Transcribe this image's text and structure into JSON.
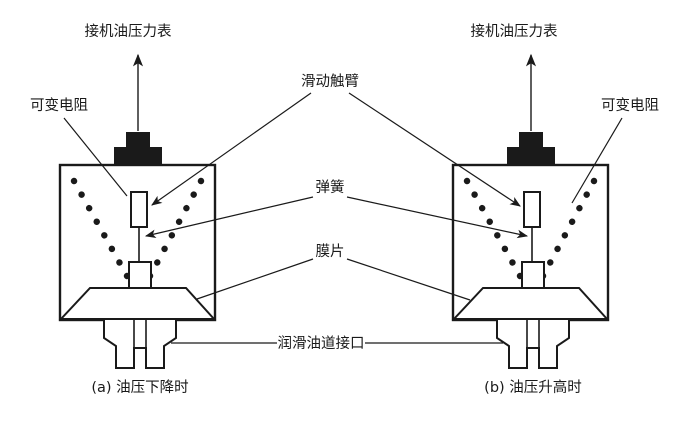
{
  "figure": {
    "background": "#ffffff",
    "line_color": "#1a1a1a"
  },
  "labels": {
    "gauge_connection": "接机油压力表",
    "variable_resistor": "可变电阻",
    "sliding_contact_arm": "滑动触臂",
    "spring": "弹簧",
    "diaphragm": "膜片",
    "oil_passage_port": "润滑油道接口"
  },
  "captions": {
    "diagram_a": "(a) 油压下降时",
    "diagram_b": "(b) 油压升高时"
  }
}
